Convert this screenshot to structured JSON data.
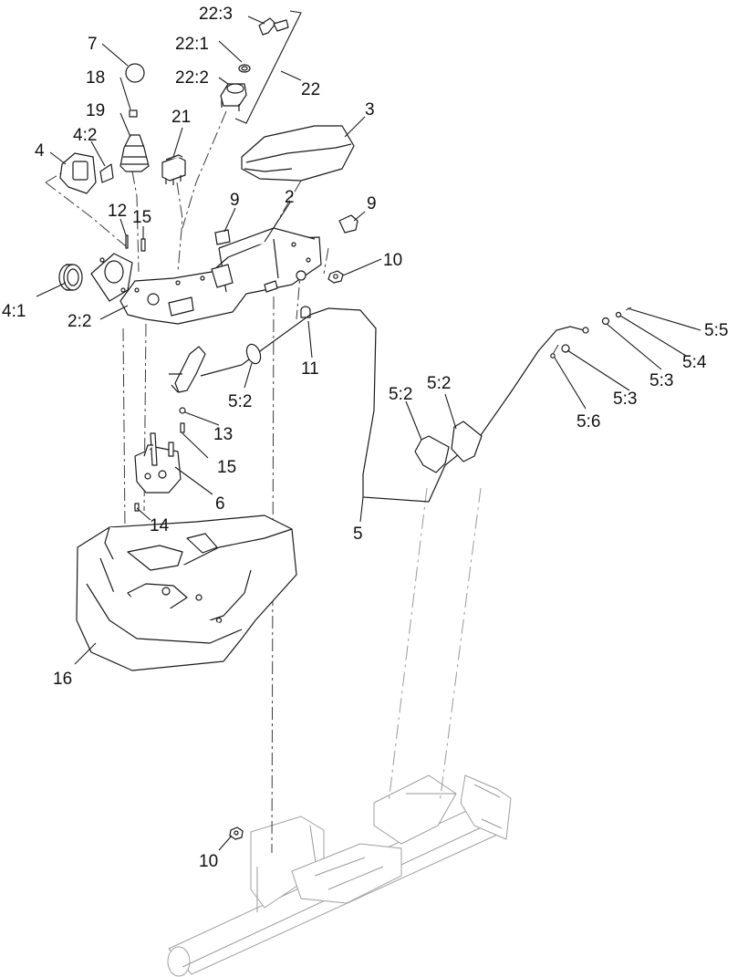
{
  "callouts": [
    {
      "id": "c-22-3",
      "text": "22:3"
    },
    {
      "id": "c-7",
      "text": "7"
    },
    {
      "id": "c-22-1",
      "text": "22:1"
    },
    {
      "id": "c-18",
      "text": "18"
    },
    {
      "id": "c-22-2",
      "text": "22:2"
    },
    {
      "id": "c-22",
      "text": "22"
    },
    {
      "id": "c-3",
      "text": "3"
    },
    {
      "id": "c-19",
      "text": "19"
    },
    {
      "id": "c-21",
      "text": "21"
    },
    {
      "id": "c-4-2",
      "text": "4:2"
    },
    {
      "id": "c-4",
      "text": "4"
    },
    {
      "id": "c-9a",
      "text": "9"
    },
    {
      "id": "c-2",
      "text": "2"
    },
    {
      "id": "c-9b",
      "text": "9"
    },
    {
      "id": "c-12",
      "text": "12"
    },
    {
      "id": "c-15a",
      "text": "15"
    },
    {
      "id": "c-10a",
      "text": "10"
    },
    {
      "id": "c-4-1",
      "text": "4:1"
    },
    {
      "id": "c-2-2",
      "text": "2:2"
    },
    {
      "id": "c-5-5",
      "text": "5:5"
    },
    {
      "id": "c-11",
      "text": "11"
    },
    {
      "id": "c-5-4",
      "text": "5:4"
    },
    {
      "id": "c-5-2a",
      "text": "5:2"
    },
    {
      "id": "c-5-3a",
      "text": "5:3"
    },
    {
      "id": "c-5-2b",
      "text": "5:2"
    },
    {
      "id": "c-5-2c",
      "text": "5:2"
    },
    {
      "id": "c-5-3b",
      "text": "5:3"
    },
    {
      "id": "c-13",
      "text": "13"
    },
    {
      "id": "c-5-6",
      "text": "5:6"
    },
    {
      "id": "c-15b",
      "text": "15"
    },
    {
      "id": "c-6",
      "text": "6"
    },
    {
      "id": "c-14",
      "text": "14"
    },
    {
      "id": "c-5",
      "text": "5"
    },
    {
      "id": "c-16",
      "text": "16"
    },
    {
      "id": "c-10b",
      "text": "10"
    }
  ]
}
